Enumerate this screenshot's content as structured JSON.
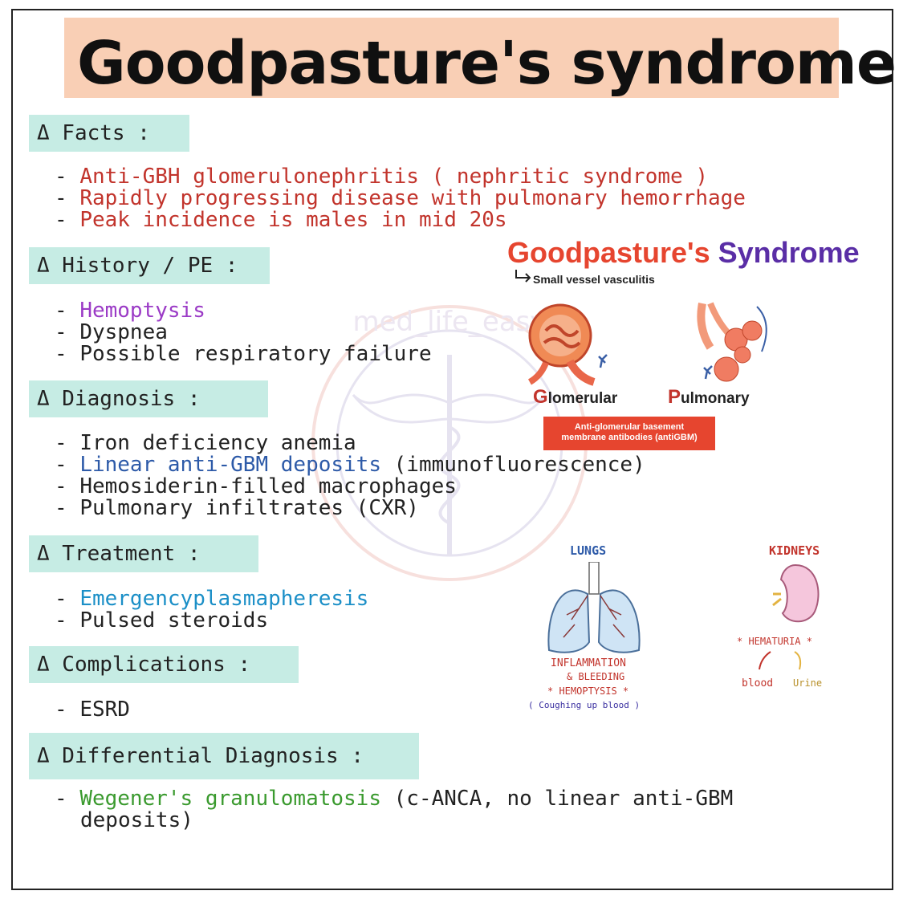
{
  "title": "Goodpasture's syndrome",
  "sections": {
    "facts": {
      "heading": "Δ Facts :",
      "items": [
        "Anti-GBH glomerulonephritis ( nephritic syndrome )",
        "Rapidly progressing disease with pulmonary hemorrhage",
        "Peak incidence is males in mid 20s"
      ]
    },
    "history": {
      "heading": "Δ History / PE :",
      "items": [
        "Hemoptysis",
        "Dyspnea",
        "Possible respiratory failure"
      ]
    },
    "diagnosis": {
      "heading": "Δ Diagnosis :",
      "items": [
        "Iron deficiency anemia",
        "Linear anti-GBM deposits",
        " (immunofluorescence)",
        "Hemosiderin-filled macrophages",
        "Pulmonary infiltrates (CXR)"
      ]
    },
    "treatment": {
      "heading": "Δ Treatment :",
      "items": [
        "Emergencyplasmapheresis",
        "Pulsed steroids"
      ]
    },
    "complications": {
      "heading": "Δ Complications :",
      "items": [
        "ESRD"
      ]
    },
    "differential": {
      "heading": "Δ Differential Diagnosis :",
      "item_highlight": "Wegener's granulomatosis",
      "item_rest": " (c-ANCA, no linear anti-GBM",
      "item_cont": "deposits)"
    }
  },
  "dash": "-",
  "diagram": {
    "title_part1": "Good",
    "title_part2": "pasture's ",
    "title_part3": "Syndrome",
    "subtitle": "Small vessel vasculitis",
    "glomerular_cap": "G",
    "glomerular_rest": "lomerular",
    "pulmonary_cap": "P",
    "pulmonary_rest": "ulmonary",
    "antibody_line1": "Anti-glomerular basement",
    "antibody_line2": "membrane antibodies (antiGBM)"
  },
  "sketch": {
    "lungs_label": "LUNGS",
    "kidneys_label": "KIDNEYS",
    "inflammation": "INFLAMMATION",
    "bleeding": "& BLEEDING",
    "hemoptysis": "* HEMOPTYSIS *",
    "coughing": "( Coughing up blood )",
    "hematuria": "* HEMATURIA *",
    "blood": "blood",
    "urine": "Urine"
  },
  "watermark_text": "med_life_easy",
  "colors": {
    "title_band": "#f9cfb5",
    "section_band": "#c6ece4",
    "red": "#c2342c",
    "purple": "#9b3bc6",
    "blue": "#2d5aa8",
    "teal": "#1b8fc7",
    "green": "#3a9a2e",
    "syndrome_purple": "#5a2ea6",
    "antibody_box": "#e6452f"
  }
}
